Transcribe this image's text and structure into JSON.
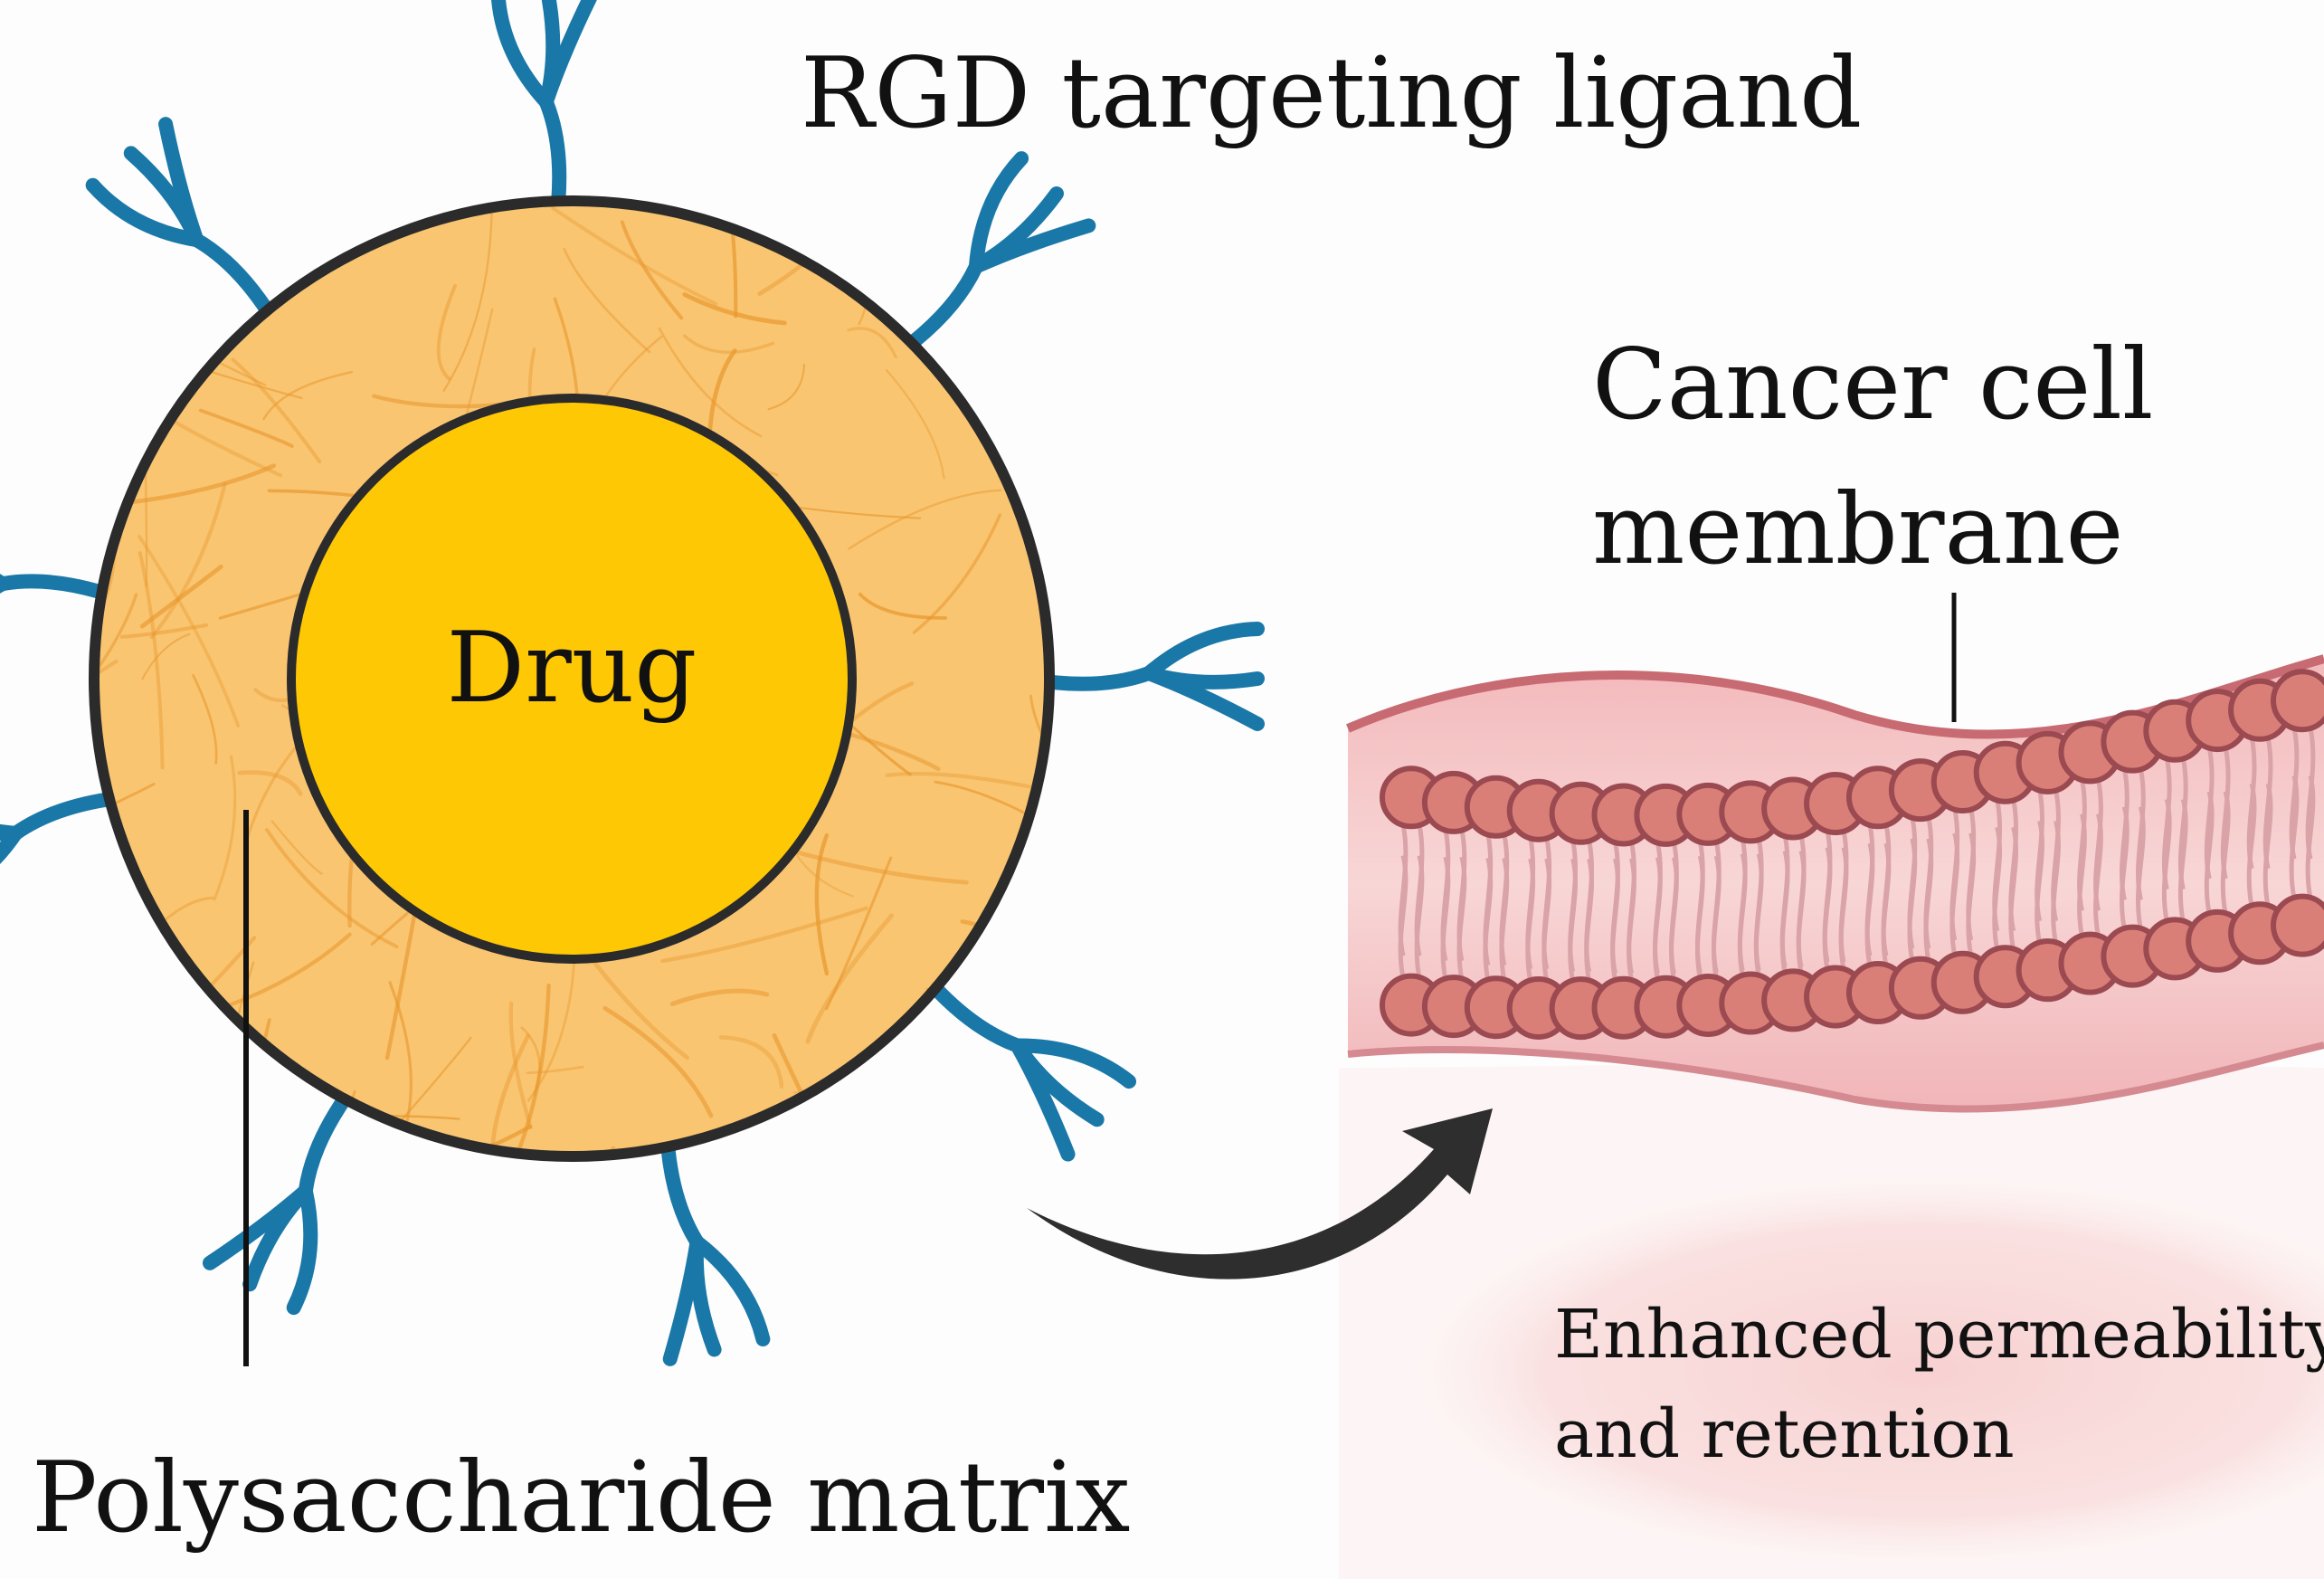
{
  "labels": {
    "ligand": "RGD targeting ligand",
    "core": "Drug",
    "membrane_line1": "Cancer cell",
    "membrane_line2": "membrane",
    "matrix": "Polysaccharide matrix",
    "epr_line1": "Enhanced permeability",
    "epr_line2": "and retention"
  },
  "colors": {
    "background": "#fdfdfd",
    "shell": "#f9c571",
    "shell_fibers": "#e8962c",
    "core": "#ffc805",
    "outline": "#2b2b2b",
    "ligand": "#1a78a8",
    "membrane_band": "#f4c6c6",
    "membrane_edge": "#c86a72",
    "phospholipid_head": "#d97f78",
    "phospholipid_tail": "#d9a3a8",
    "epr_region": "#f7d3d3",
    "arrow": "#2e2e2e"
  }
}
